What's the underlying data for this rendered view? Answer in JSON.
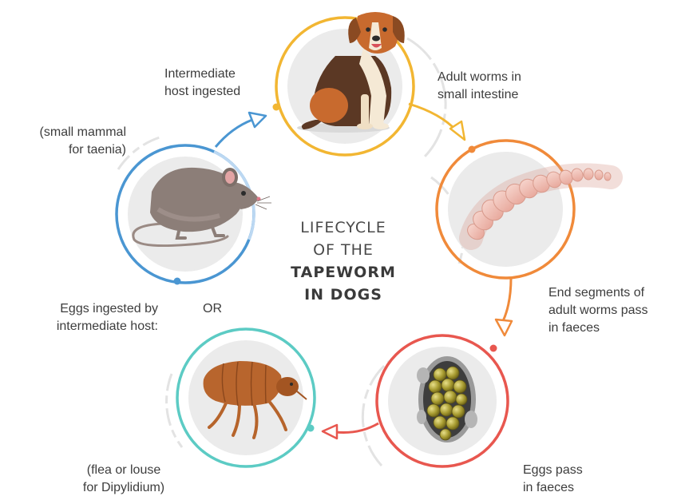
{
  "title": {
    "line1": "LIFECYCLE",
    "line2": "OF THE",
    "line3": "TAPEWORM",
    "line4": "IN DOGS"
  },
  "labels": {
    "intermediate_host_ingested": [
      "Intermediate",
      "host ingested"
    ],
    "adult_worms": [
      "Adult worms in",
      "small intestine"
    ],
    "end_segments": [
      "End segments of",
      "adult worms pass",
      "in faeces"
    ],
    "eggs_pass": [
      "Eggs pass",
      "in faeces"
    ],
    "flea_louse": [
      "(flea or  louse",
      "for Dipylidium)"
    ],
    "eggs_ingested": [
      "Eggs ingested by",
      "intermediate host:"
    ],
    "or": "OR",
    "small_mammal": [
      "(small mammal",
      "for taenia)"
    ]
  },
  "stages": [
    {
      "id": "dog",
      "icon": "dog-icon",
      "color": "#f2b632"
    },
    {
      "id": "worm",
      "icon": "worm-icon",
      "color": "#f08a3a"
    },
    {
      "id": "egg",
      "icon": "egg-sac-icon",
      "color": "#e8574f"
    },
    {
      "id": "flea",
      "icon": "flea-icon",
      "color": "#5ccbc4"
    },
    {
      "id": "mouse",
      "icon": "mouse-icon",
      "color": "#4a96d2"
    }
  ]
}
